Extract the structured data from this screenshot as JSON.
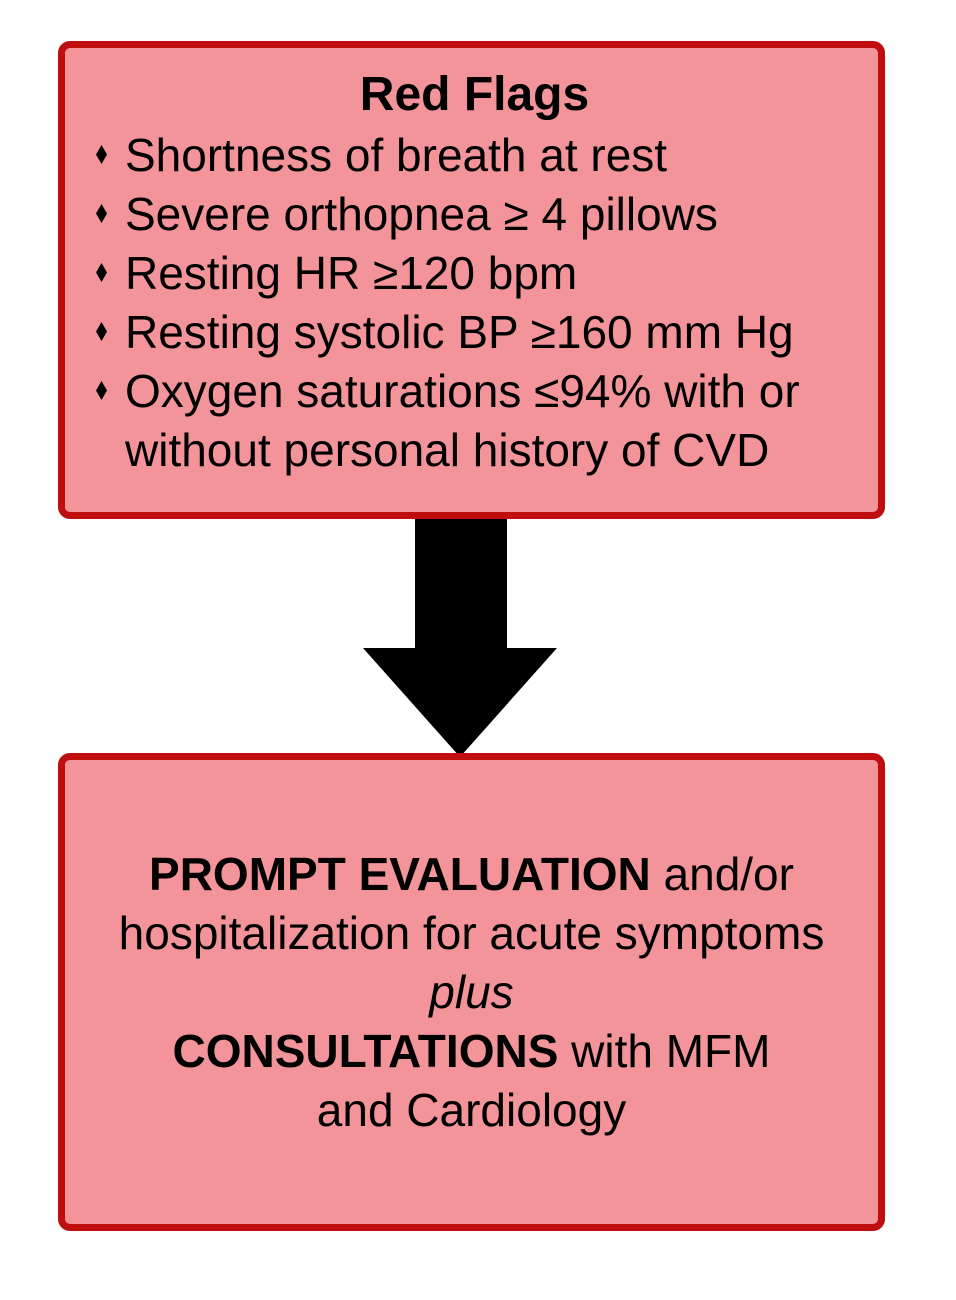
{
  "colors": {
    "box_fill": "#F2949A",
    "box_border": "#C00D0D",
    "text": "#000000",
    "arrow": "#000000",
    "page_bg": "#FFFFFF"
  },
  "top_box": {
    "title": "Red Flags",
    "bullets": [
      "Shortness of breath at rest",
      "Severe orthopnea ≥ 4 pillows",
      "Resting HR ≥120 bpm",
      "Resting systolic BP ≥160 mm Hg",
      "Oxygen saturations ≤94% with or without personal history of CVD"
    ]
  },
  "arrow": {
    "icon": "down-arrow"
  },
  "bottom_box": {
    "line1_bold": "PROMPT EVALUATION",
    "line1_regular": " and/or",
    "line2": "hospitalization for acute symptoms",
    "line3_italic": "plus",
    "line4_bold": "CONSULTATIONS",
    "line4_regular": " with MFM",
    "line5": "and Cardiology"
  }
}
